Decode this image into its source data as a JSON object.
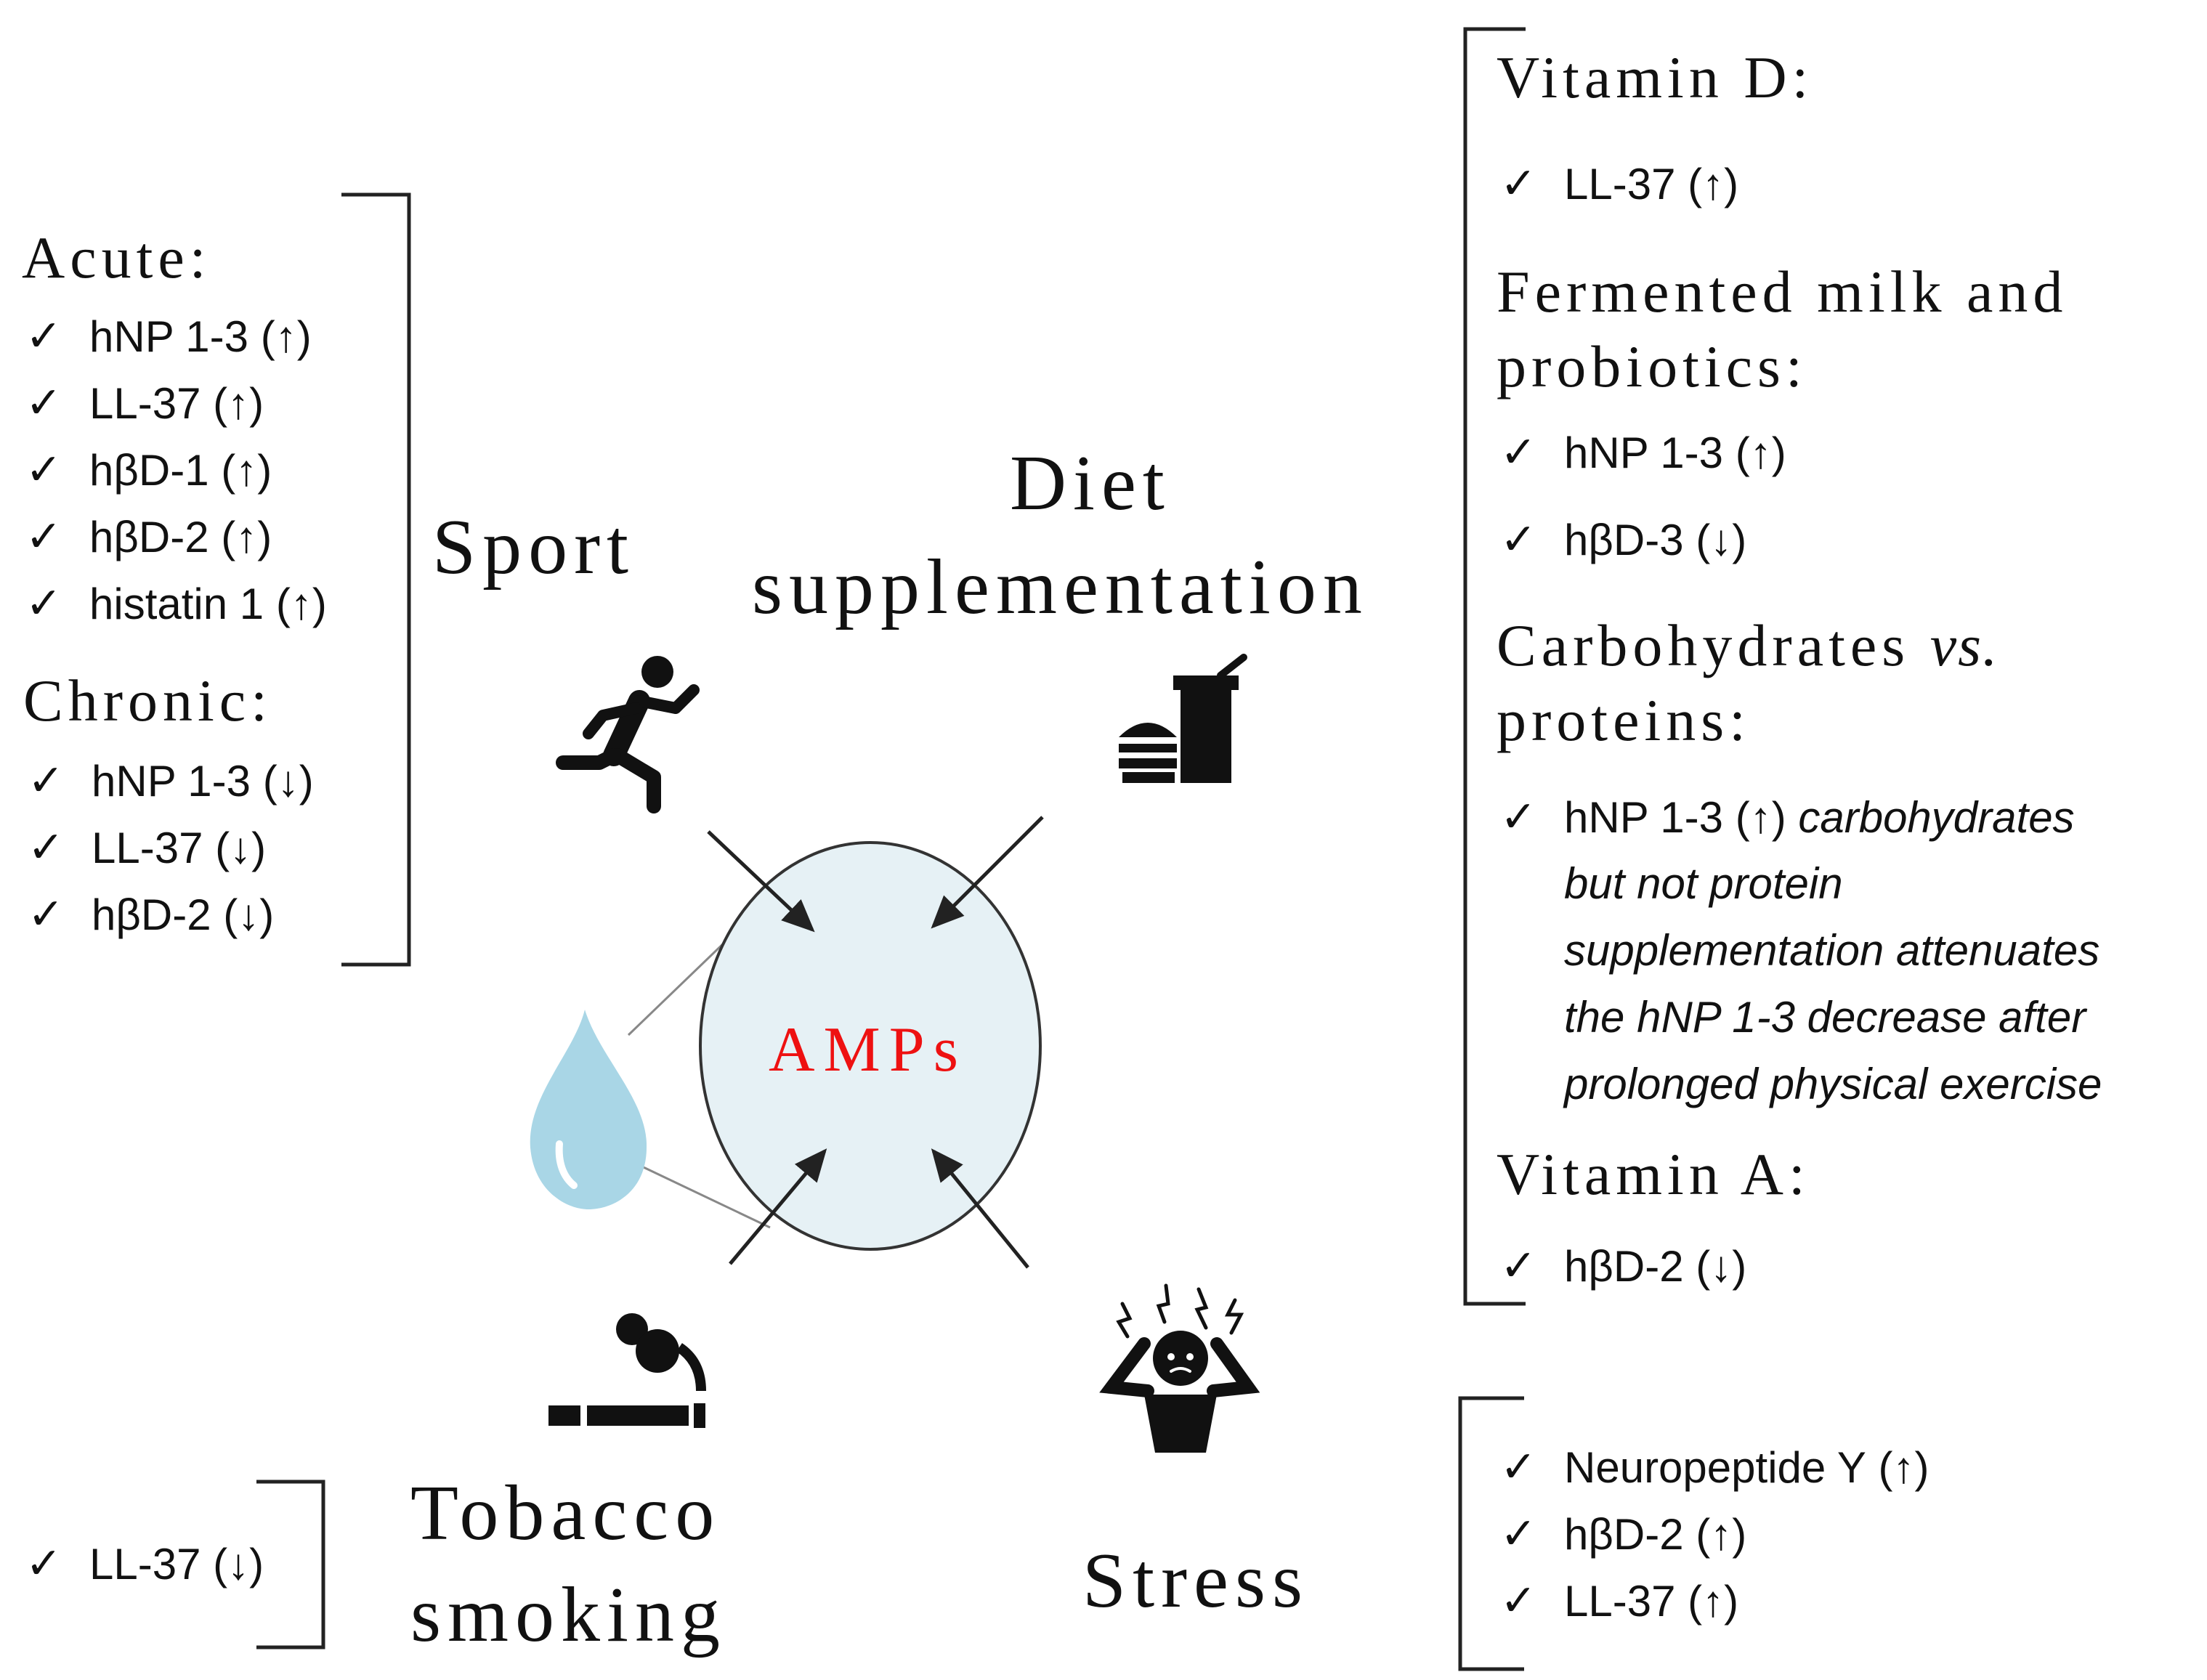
{
  "colors": {
    "amps_text": "#ee1111",
    "circle_fill": "#e6f1f5",
    "drop_fill": "#a9d6e6",
    "ink": "#111111"
  },
  "center": {
    "label": "AMPs"
  },
  "categories": {
    "sport": "Sport",
    "diet_line1": "Diet",
    "diet_line2": "supplementation",
    "tobacco_line1": "Tobacco",
    "tobacco_line2": "smoking",
    "stress": "Stress"
  },
  "check_mark": "✓",
  "arrow_up": "↑",
  "arrow_down": "↓",
  "sport_panel": {
    "acute_heading": "Acute:",
    "acute_items": [
      {
        "name": "hNP 1-3",
        "dir": "↑"
      },
      {
        "name": "LL-37",
        "dir": "↑"
      },
      {
        "name": "hβD-1",
        "dir": "↑"
      },
      {
        "name": "hβD-2",
        "dir": "↑"
      },
      {
        "name": "histatin 1",
        "dir": "↑"
      }
    ],
    "chronic_heading": "Chronic:",
    "chronic_items": [
      {
        "name": "hNP 1-3",
        "dir": "↓"
      },
      {
        "name": "LL-37",
        "dir": "↓"
      },
      {
        "name": "hβD-2",
        "dir": "↓"
      }
    ]
  },
  "diet_panel": {
    "vitd_heading": "Vitamin D:",
    "vitd_items": [
      {
        "name": "LL-37",
        "dir": "↑"
      }
    ],
    "ferm_heading_line1": "Fermented milk and",
    "ferm_heading_line2": "probiotics:",
    "ferm_items": [
      {
        "name": "hNP 1-3",
        "dir": "↑"
      },
      {
        "name": "hβD-3",
        "dir": "↓"
      }
    ],
    "carb_heading_part1": "Carbohydrates",
    "carb_heading_vs": "vs.",
    "carb_heading_line2": "proteins:",
    "carb_item": {
      "name": "hNP 1-3",
      "dir": "↑"
    },
    "carb_note_lines": [
      "carbohydrates",
      "but not protein",
      "supplementation attenuates",
      "the hNP 1-3 decrease after",
      "prolonged physical exercise"
    ],
    "vita_heading": "Vitamin A:",
    "vita_items": [
      {
        "name": "hβD-2",
        "dir": "↓"
      }
    ]
  },
  "tobacco_panel": {
    "items": [
      {
        "name": "LL-37",
        "dir": "↓"
      }
    ]
  },
  "stress_panel": {
    "items": [
      {
        "name": "Neuropeptide Y",
        "dir": "↑"
      },
      {
        "name": "hβD-2",
        "dir": "↑"
      },
      {
        "name": "LL-37",
        "dir": "↑"
      }
    ]
  }
}
